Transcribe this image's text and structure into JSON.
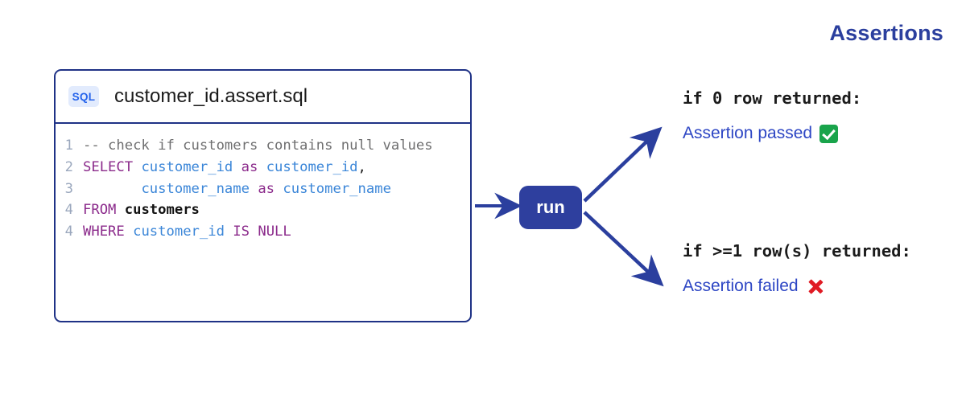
{
  "title": "Assertions",
  "accent_color": "#2b3f9e",
  "card": {
    "badge": "SQL",
    "badge_bg": "#e2ebfd",
    "badge_color": "#2563eb",
    "filename": "customer_id.assert.sql",
    "border_color": "#1f3286",
    "code_lines": [
      {
        "number": "1",
        "tokens": [
          {
            "text": "-- check if customers contains null values",
            "type": "comment"
          }
        ]
      },
      {
        "number": "2",
        "tokens": [
          {
            "text": "SELECT",
            "type": "kw"
          },
          {
            "text": " ",
            "type": "plain"
          },
          {
            "text": "customer_id",
            "type": "col"
          },
          {
            "text": " ",
            "type": "plain"
          },
          {
            "text": "as",
            "type": "kw"
          },
          {
            "text": " ",
            "type": "plain"
          },
          {
            "text": "customer_id",
            "type": "col"
          },
          {
            "text": ",",
            "type": "plain"
          }
        ]
      },
      {
        "number": "3",
        "tokens": [
          {
            "text": "       ",
            "type": "plain"
          },
          {
            "text": "customer_name",
            "type": "col"
          },
          {
            "text": " ",
            "type": "plain"
          },
          {
            "text": "as",
            "type": "kw"
          },
          {
            "text": " ",
            "type": "plain"
          },
          {
            "text": "customer_name",
            "type": "col"
          }
        ]
      },
      {
        "number": "4",
        "tokens": [
          {
            "text": "FROM",
            "type": "kw"
          },
          {
            "text": " ",
            "type": "plain"
          },
          {
            "text": "customers",
            "type": "ident"
          }
        ]
      },
      {
        "number": "4",
        "tokens": [
          {
            "text": "WHERE",
            "type": "kw"
          },
          {
            "text": " ",
            "type": "plain"
          },
          {
            "text": "customer_id",
            "type": "col"
          },
          {
            "text": " ",
            "type": "plain"
          },
          {
            "text": "IS NULL",
            "type": "kw"
          }
        ]
      }
    ]
  },
  "run_button": {
    "label": "run",
    "color": "#2e3f9e"
  },
  "outcomes": {
    "pass": {
      "condition": "if 0 row returned:",
      "result": "Assertion passed",
      "icon": "white-check-mark-icon",
      "icon_color": "#19a44b"
    },
    "fail": {
      "condition": "if >=1 row(s) returned:",
      "result": "Assertion failed",
      "icon": "cross-mark-icon",
      "icon_color": "#e01b24"
    }
  },
  "arrows": {
    "color": "#2b3f9e",
    "input_label": "card-to-run-arrow",
    "pass_label": "run-to-pass-arrow",
    "fail_label": "run-to-fail-arrow"
  }
}
